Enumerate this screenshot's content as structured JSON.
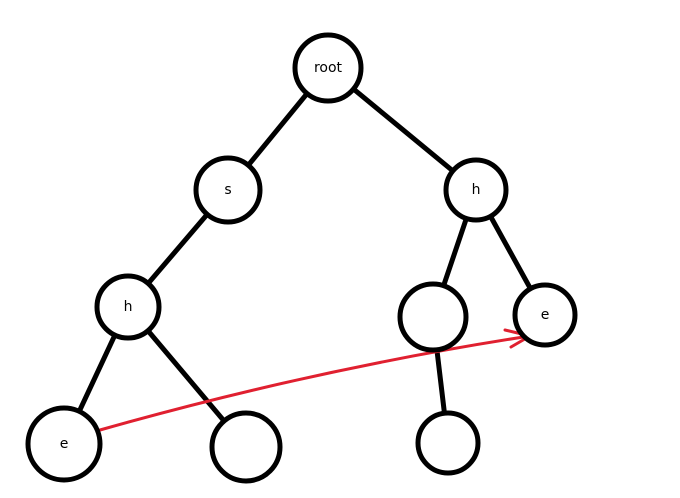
{
  "colors": {
    "background": "#ffffff",
    "stroke": "#000000",
    "pointer": "#e02030"
  },
  "nodes": [
    {
      "id": "root",
      "label": "root"
    },
    {
      "id": "s",
      "label": "s"
    },
    {
      "id": "h-right",
      "label": "h"
    },
    {
      "id": "h-left",
      "label": "h"
    },
    {
      "id": "empty-right-mid",
      "label": ""
    },
    {
      "id": "e-right",
      "label": "e"
    },
    {
      "id": "e-left",
      "label": "e"
    },
    {
      "id": "empty-left-bottom",
      "label": ""
    },
    {
      "id": "empty-right-bottom",
      "label": ""
    }
  ],
  "edges": [
    {
      "from": "root",
      "to": "s"
    },
    {
      "from": "root",
      "to": "h-right"
    },
    {
      "from": "s",
      "to": "h-left"
    },
    {
      "from": "h-left",
      "to": "e-left"
    },
    {
      "from": "h-left",
      "to": "empty-left-bottom"
    },
    {
      "from": "h-right",
      "to": "empty-right-mid"
    },
    {
      "from": "h-right",
      "to": "e-right"
    },
    {
      "from": "empty-right-mid",
      "to": "empty-right-bottom"
    }
  ],
  "pointer": {
    "from": "e-left",
    "to": "e-right"
  }
}
